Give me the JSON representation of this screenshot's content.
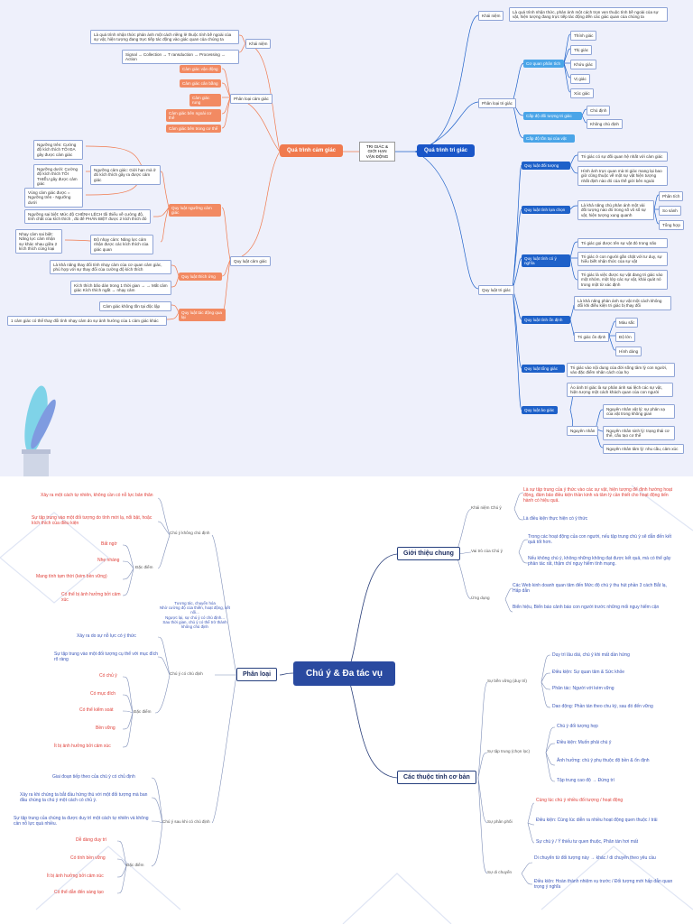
{
  "map1": {
    "center": "TRI GIÁC & GIỚI HẠN VẬN ĐỘNG",
    "left_main": "Quá trình cảm giác",
    "right_main": "Quá trình tri giác",
    "left": {
      "khainiem": "Khái niệm",
      "khainiem_def": "Là quá trình nhận thức phản ánh một cách riêng lẻ thuộc tính bề ngoài của sự vật, hiện tượng đang trực tiếp tác động vào giác quan của chúng ta",
      "khainiem_flow": "Signal → Collection → T ransduction → Processing → Action",
      "phanloai": "Phân loại cảm giác",
      "phanloai_items": [
        "Cảm giác vận động",
        "Cảm giác cân bằng",
        "Cảm giác rung",
        "Cảm giác bên ngoài cơ thể",
        "Cảm giác bên trong cơ thể"
      ],
      "quyluat": "Quy luật cảm giác",
      "ql_nguong": "Quy luật ngưỡng cảm giác",
      "ql_nguong_def": "Ngưỡng cảm giác: Giới hạn mà ở đó kích thích gây ra được cảm giác",
      "ql_nguong_items": [
        "Ngưỡng trên: Cường độ kích thích TỐI ĐA gây được cảm giác",
        "Ngưỡng dưới: Cường độ kích thích TỐI THIỂU gây được cảm giác",
        "Vùng cảm giác được = Ngưỡng trên - Ngưỡng dưới",
        "Ngưỡng sai biệt: Mức độ CHÊNH LỆCH tối thiểu về cường độ, tính chất của kích thích , đủ để PHÂN BIỆT được 2 kích thích đó",
        "Nhạy cảm sai biệt: Năng lực cảm nhận sự khác nhau giữa 2 kích thích cùng loại",
        "Độ nhạy cảm: Năng lực cảm nhận được các kích thích của giác quan"
      ],
      "ql_thichung": "Quy luật thích ứng",
      "ql_thichung_items": [
        "Là khả năng thay đổi tính nhạy cảm của cơ quan cảm giác, phù hợp với sự thay đổi của cường độ kích thích",
        "Kích thích bão dàn trong 1 thời gian → → Mất cảm giác Kích thích ngắt → nhạy cảm"
      ],
      "ql_tacdong": "Quy luật tác động qua lại",
      "ql_tacdong_items": [
        "Cảm giác không tồn tại độc lập",
        "1 cảm giác có thể thay đổi tính nhạy cảm do sự ảnh hưởng của 1 cảm giác khác"
      ]
    },
    "right": {
      "khainiem": "Khái niệm",
      "khainiem_def": "Là quá trình nhận thức, phản ánh một cách trọn vẹn thuộc tính bề ngoài của sự vật, hiện tượng đang trực tiếp tác động đến các giác quan của chúng ta",
      "phanloai": "Phân loại tri giác",
      "coquan": "Cơ quan phân tích",
      "coquan_items": [
        "Thính giác",
        "Thị giác",
        "Khứu giác",
        "Vị giác",
        "Xúc giác"
      ],
      "doituong": "Cấp độ đối tượng tri giác",
      "doituong_items": [
        "Chủ định",
        "Không chủ định"
      ],
      "hinhthuc": "Cấp độ tồn tại của vật",
      "quyluat": "Quy luật tri giác",
      "r_dt": "Quy luật đối tượng",
      "r_dt_items": [
        "Tri giác có sự đối quan hệ nhất với cảm giác",
        "Hình ảnh trực quan mà tri giác mang lại bao giờ cũng thuộc về một sự vật hiện tượng nhất định nào đó của thế giới bên ngoài"
      ],
      "r_ln": "Quy luật tính lựa chọn",
      "r_ln_def": "Là khả năng chủ phản ánh một vài đối tượng nào đó trong số vô số sự vật, hiện tượng xung quanh",
      "r_ln_items": [
        "Phân tích",
        "So sánh",
        "Tổng hợp"
      ],
      "r_yn": "Quy luật tính có ý nghĩa",
      "r_yn_items": [
        "Tri giác gọi được tên sự vật đó trong não",
        "Tri giác ở con người gắn chặt với tư duy, sự hiểu biết nhận thức của sự vật",
        "Tri giác là việc được sự vật đang tri giác vào một nhóm, một lớp các sự vật, khái quát nó trong một từ xác định"
      ],
      "r_od": "Quy luật tính ổn định",
      "r_od_def": "Là khả năng phản ánh sự vật một cách không đổi khi điều kiện tri giác bị thay đổi",
      "r_od_sub": "Tri giác ổn định",
      "r_od_items": [
        "Màu sắc",
        "Độ lớn",
        "Hình dáng"
      ],
      "r_tt": "Quy luật tổng giác",
      "r_tt_def": "Tri giác vào nội dung của đời sống tâm lý con người, vào đặc điểm nhân cách của họ",
      "r_ag": "Quy luật ảo giác",
      "r_ag_def": "Ảo ảnh tri giác là sự phản ánh sai lệch các sự vật, hiện tượng một cách khách quan của con người",
      "r_ag_sub": "Nguyên nhân",
      "r_ag_items": [
        "Nguyên nhân vật lý: sự phản xạ của vật trong không gian",
        "Nguyên nhân sinh lý: trạng thái cơ thể, cấu tạo cơ thể",
        "Nguyên nhân tâm lý: nhu cầu, cảm xúc"
      ]
    }
  },
  "map2": {
    "center": "Chú ý & Đa tác vụ",
    "gioithieu": "Giới thiệu chung",
    "phanloai": "Phân loại",
    "thuoctinh": "Các thuộc tính cơ bản",
    "gt_khainiem": "Khái niệm Chú ý",
    "gt_khainiem_items": [
      "Là sự tập trung của ý thức vào các sự vật, hiện tượng để định hướng hoạt động, đảm bảo điều kiện thần kinh và tâm lý cần thiết cho hoạt động tiến hành có hiệu quả.",
      "Là điều kiện thực hiện có ý thức"
    ],
    "gt_vaitro": "Vai trò của Chú ý",
    "gt_vaitro_items": [
      "Trong các hoạt động của con người, nếu tập trung chú ý sẽ dẫn đến kết quả tốt hơn.",
      "Nếu không chú ý, không những không đạt được kết quả, mà có thể gây phản tác rất, thậm chí nguy hiểm tính mạng."
    ],
    "gt_ungdung": "Ứng dụng",
    "gt_ungdung_items": [
      "Các Web kinh doanh quan tâm đến Mức độ chú ý thu hút phần 3 cách Bắt lạ, Hấp dẫn",
      "Biển hiệu, Biển báo cảnh báo con người trước những mối nguy hiểm cận"
    ],
    "pl_kcd": "Chú ý không chủ định",
    "pl_kcd_items": [
      "Xảy ra một cách tự nhiên, không cần có nỗ lực bản thân",
      "Sự tập trung vào một đối tượng do tính mới lạ, nổi bật, hoặc kích thích của điều kiện"
    ],
    "pl_kcd_dd": "Đặc điểm",
    "pl_kcd_dd_items": [
      "Bất ngờ",
      "Nhẹ nhàng",
      "Mang tính tạm thời (kém bền vững)",
      "Có thể bị ảnh hưởng bởi cảm xúc"
    ],
    "pl_cd": "Chú ý có chủ định",
    "pl_cd_items": [
      "Xảy ra do sự nỗ lực có ý thức",
      "Sự tập trung vào một đối tượng cụ thể với mục đích rõ ràng"
    ],
    "pl_cd_dd": "Đặc điểm",
    "pl_cd_dd_items": [
      "Có chủ ý",
      "Có mục đích",
      "Có thể kiểm soát",
      "Bền vững",
      "Ít bị ảnh hưởng bởi cảm xúc"
    ],
    "pl_center_note": [
      "Tương tác, chuyển hóa",
      "Nhờ cường độ của thiền, hoạt động, kết nối...",
      "Ngược lại, sự chú ý có chủ định...",
      "Sau thời gian, chú ý có thể trở thành không chủ định"
    ],
    "pl_sau": "Chú ý sau khi có chủ định",
    "pl_sau_items": [
      "Giai đoạn tiếp theo của chú ý có chủ định",
      "Xảy ra khi chúng ta bắt đầu hứng thú với một đối tượng mà ban đầu chúng ta chú ý một cách có chủ ý.",
      "Sự tập trung của chúng ta được duy trì một cách tự nhiên và không cần nỗ lực quá nhiều."
    ],
    "pl_sau_dd": "Đặc điểm",
    "pl_sau_dd_items": [
      "Dễ dàng duy trì",
      "Có tính bền vững",
      "Ít bị ảnh hưởng bởi cảm xúc",
      "Có thể dẫn đến sáng tạo"
    ],
    "tt_bv": "Sự bền vững (duy trì)",
    "tt_bv_items": [
      "Duy trì lâu dài, chú ý khi mất dần hứng",
      "Điều kiện: Sự quan tâm & Sức khỏe",
      "Phản tác: Người với kém vững",
      "Dao động: Phần tán theo chu kỳ, sau đó đến vững"
    ],
    "tt_tt": "Sự tập trung (chọn lọc)",
    "tt_tt_items": [
      "Chú ý đối tượng hẹp",
      "Điều kiện: Muốn phải chú ý",
      "Ảnh hưởng: chú ý phụ thuộc độ bền & ổn định",
      "Tập trung cao độ → Đứng trí"
    ],
    "tt_pp": "Sự phân phối",
    "tt_pp_items": [
      "Cùng lúc chú ý nhiều đối tượng / hoạt động",
      "Điều kiện: Cùng lúc diễn ra nhiều hoạt động quen thuộc / trải",
      "Sự chú ý / Ý thiếu tư quen thuộc, Phân tán hơi mất"
    ],
    "tt_dc": "Sự di chuyển",
    "tt_dc_items": [
      "Di chuyển từ đối tượng này → khác / di chuyển theo yêu cầu",
      "Điều kiện: Hoàn thành nhiệm vụ trước / Đối tượng mới hấp dẫn quan trọng ý nghĩa"
    ]
  }
}
